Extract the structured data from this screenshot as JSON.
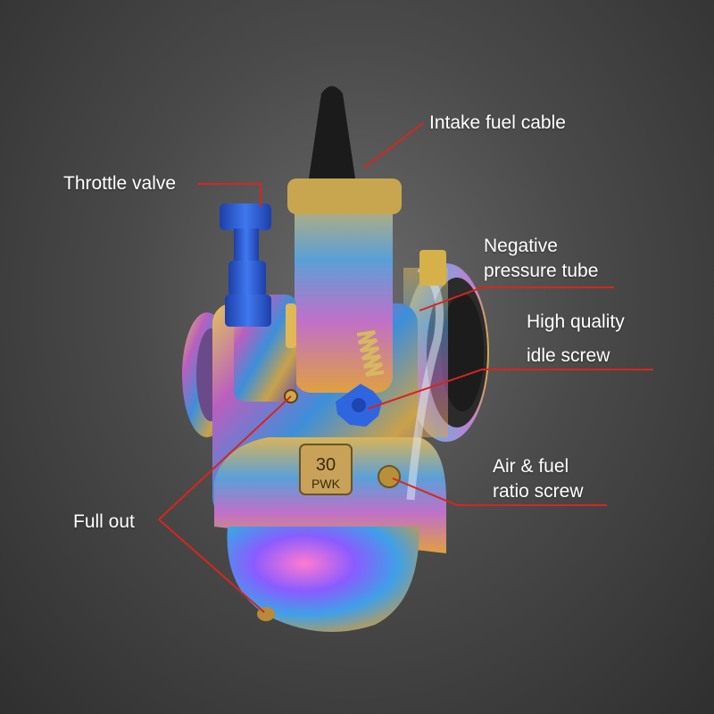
{
  "labels": {
    "intake_fuel_cable": "Intake fuel cable",
    "throttle_valve": "Throttle valve",
    "negative_pressure_tube_line1": "Negative",
    "negative_pressure_tube_line2": "pressure tube",
    "high_quality_line1": "High quality",
    "idle_screw_line2": "idle screw",
    "air_fuel_line1": "Air & fuel",
    "ratio_screw_line2": "ratio screw",
    "full_out": "Full out"
  },
  "stamp": {
    "size": "30",
    "model": "PWK"
  },
  "colors": {
    "leader_line": "#d9251c",
    "background": "#4a4a4a",
    "label_text": "#ffffff",
    "knob_blue": "#2f5fd6"
  }
}
